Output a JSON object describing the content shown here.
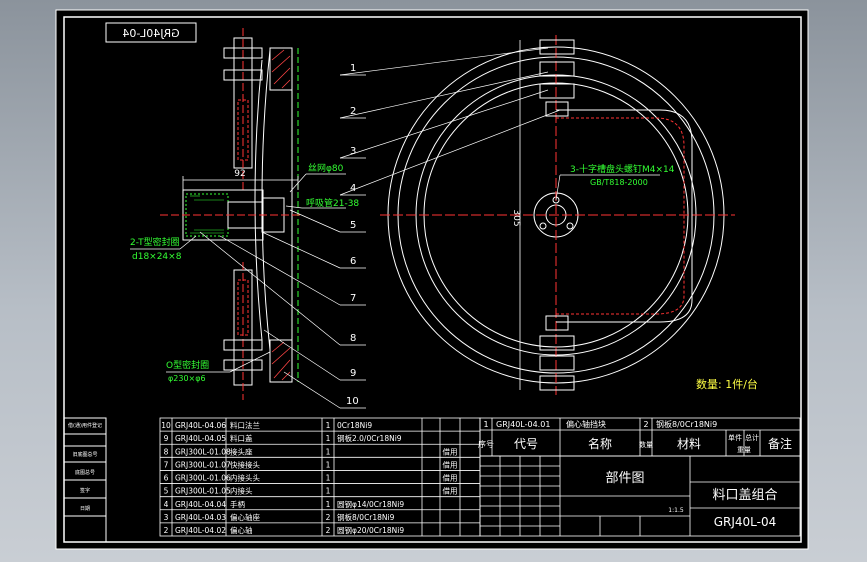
{
  "drawing": {
    "stamp_mirrored": "GRJ40L-04",
    "dim_92": "92",
    "dim_305": "305",
    "label_wire_mesh": "丝网φ80",
    "label_vent_pipe": "呼吸管21-38",
    "label_seal_ring_1": "2-T型密封圈",
    "label_seal_ring_1_size": "d18×24×8",
    "label_seal_ring_2": "O型密封圈",
    "label_seal_ring_2_size": "φ230×φ6",
    "label_screw": "3-十字槽盘头螺钉M4×14",
    "label_screw_std": "GB/T818-2000",
    "quantity": "数量: 1件/台",
    "balloons": [
      "1",
      "2",
      "3",
      "4",
      "5",
      "6",
      "7",
      "8",
      "9",
      "10"
    ]
  },
  "bom": {
    "rows": [
      {
        "no": "10",
        "code": "GRJ40L-04.06",
        "name": "料口法兰",
        "qty": "1",
        "material": "0Cr18Ni9",
        "note": ""
      },
      {
        "no": "9",
        "code": "GRJ40L-04.05",
        "name": "料口盖",
        "qty": "1",
        "material": "钢板2.0/0Cr18Ni9",
        "note": ""
      },
      {
        "no": "8",
        "code": "GRJ300L-01.08",
        "name": "接头座",
        "qty": "1",
        "material": "",
        "note": "借用"
      },
      {
        "no": "7",
        "code": "GRJ300L-01.07",
        "name": "快接接头",
        "qty": "1",
        "material": "",
        "note": "借用"
      },
      {
        "no": "6",
        "code": "GRJ300L-01.06",
        "name": "内接头头",
        "qty": "1",
        "material": "",
        "note": "借用"
      },
      {
        "no": "5",
        "code": "GRJ300L-01.05",
        "name": "内接头",
        "qty": "1",
        "material": "",
        "note": "借用"
      },
      {
        "no": "4",
        "code": "GRJ40L-04.04",
        "name": "手柄",
        "qty": "1",
        "material": "圆钢φ14/0Cr18Ni9",
        "note": ""
      },
      {
        "no": "3",
        "code": "GRJ40L-04.03",
        "name": "偏心轴座",
        "qty": "2",
        "material": "钢板8/0Cr18Ni9",
        "note": ""
      },
      {
        "no": "2",
        "code": "GRJ40L-04.02",
        "name": "偏心轴",
        "qty": "2",
        "material": "圆钢φ20/0Cr18Ni9",
        "note": ""
      }
    ],
    "top_row": {
      "no": "1",
      "code": "GRJ40L-04.01",
      "name": "偏心轴挡块",
      "qty": "2",
      "material": "钢板8/0Cr18Ni9"
    },
    "headers": {
      "no": "序号",
      "code": "代号",
      "name": "名称",
      "qty": "数量",
      "material": "材料",
      "weight_unit": "单件",
      "weight_total": "总计",
      "weight": "重量",
      "note": "备注"
    }
  },
  "title_block": {
    "drawing_type": "部件图",
    "part_name": "料口盖组合",
    "drawing_no": "GRJ40L-04",
    "scale": "1:1.5"
  },
  "left_strip": [
    "借(通)用件登记",
    "",
    "旧底图总号",
    "底图总号",
    "签字",
    "日期"
  ]
}
